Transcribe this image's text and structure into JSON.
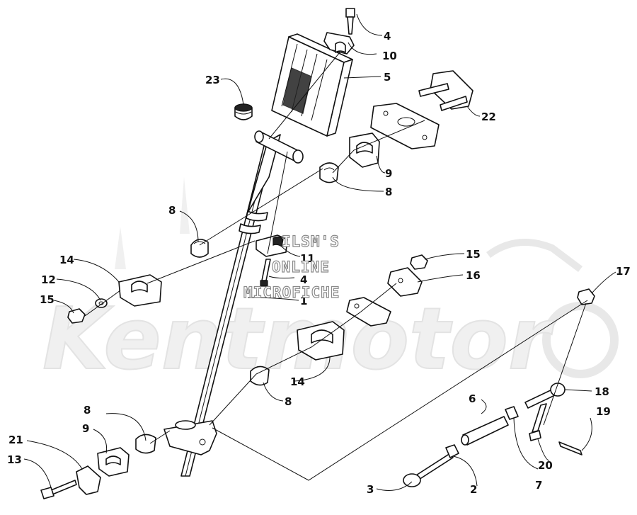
{
  "watermark": {
    "line1": "ILSM'S",
    "line2": "ONLINE",
    "line3": "MICROFICHE",
    "brand": "Kentmotor"
  },
  "callouts": [
    {
      "id": "c4a",
      "text": "4"
    },
    {
      "id": "c10",
      "text": "10"
    },
    {
      "id": "c5",
      "text": "5"
    },
    {
      "id": "c23",
      "text": "23"
    },
    {
      "id": "c22",
      "text": "22"
    },
    {
      "id": "c9a",
      "text": "9"
    },
    {
      "id": "c8a",
      "text": "8"
    },
    {
      "id": "c8b",
      "text": "8"
    },
    {
      "id": "c11",
      "text": "11"
    },
    {
      "id": "c4b",
      "text": "4"
    },
    {
      "id": "c1",
      "text": "1"
    },
    {
      "id": "c14a",
      "text": "14"
    },
    {
      "id": "c12",
      "text": "12"
    },
    {
      "id": "c15a",
      "text": "15"
    },
    {
      "id": "c15b",
      "text": "15"
    },
    {
      "id": "c16",
      "text": "16"
    },
    {
      "id": "c17",
      "text": "17"
    },
    {
      "id": "c14b",
      "text": "14"
    },
    {
      "id": "c8c",
      "text": "8"
    },
    {
      "id": "c18",
      "text": "18"
    },
    {
      "id": "c6",
      "text": "6"
    },
    {
      "id": "c19",
      "text": "19"
    },
    {
      "id": "c8d",
      "text": "8"
    },
    {
      "id": "c9b",
      "text": "9"
    },
    {
      "id": "c20",
      "text": "20"
    },
    {
      "id": "c21",
      "text": "21"
    },
    {
      "id": "c13",
      "text": "13"
    },
    {
      "id": "c3",
      "text": "3"
    },
    {
      "id": "c2",
      "text": "2"
    },
    {
      "id": "c7",
      "text": "7"
    }
  ]
}
